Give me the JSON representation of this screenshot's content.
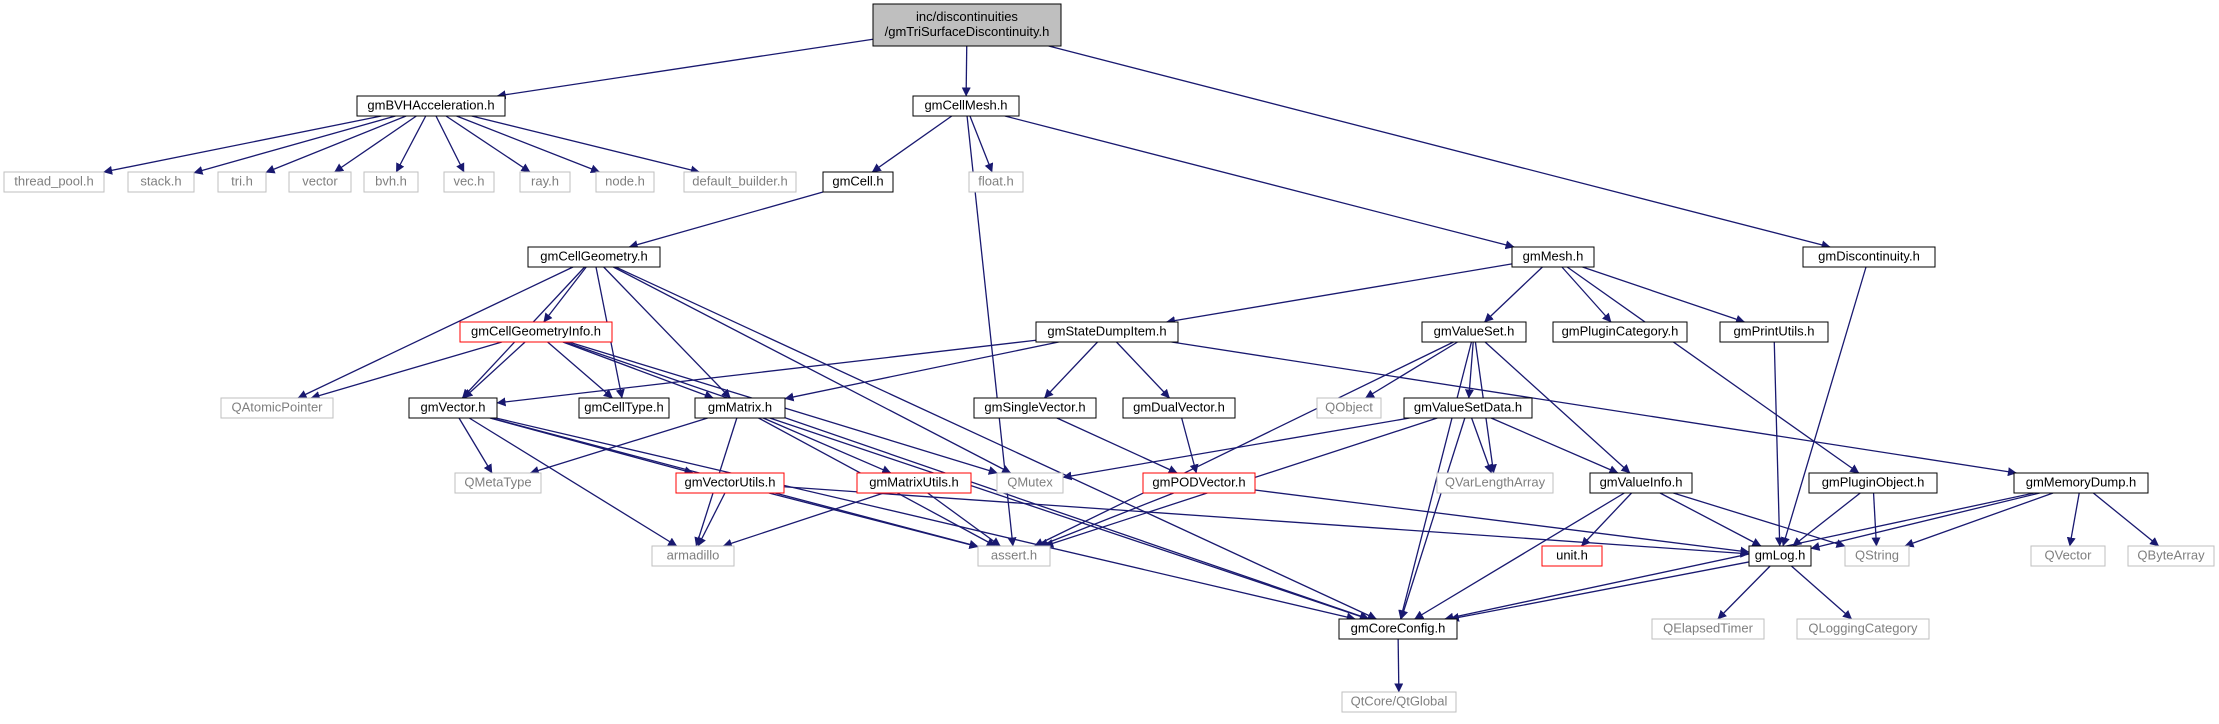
{
  "diagram_title": "",
  "colors": {
    "edge": "#191970",
    "root_fill": "#bfbfbf",
    "node_border": "#000000",
    "external_border": "#bfbfbf",
    "external_text": "#7f7f7f",
    "incomplete_border": "#ff0000"
  },
  "nodes": [
    {
      "id": "root",
      "lines": [
        "inc/discontinuities",
        "/gmTriSurfaceDiscontinuity.h"
      ],
      "kind": "root"
    },
    {
      "id": "gmBVHAcceleration",
      "lines": [
        "gmBVHAcceleration.h"
      ],
      "kind": "internal"
    },
    {
      "id": "gmCellMesh",
      "lines": [
        "gmCellMesh.h"
      ],
      "kind": "internal"
    },
    {
      "id": "thread_pool",
      "lines": [
        "thread_pool.h"
      ],
      "kind": "external"
    },
    {
      "id": "stack",
      "lines": [
        "stack.h"
      ],
      "kind": "external"
    },
    {
      "id": "tri",
      "lines": [
        "tri.h"
      ],
      "kind": "external"
    },
    {
      "id": "vector",
      "lines": [
        "vector"
      ],
      "kind": "external"
    },
    {
      "id": "bvh",
      "lines": [
        "bvh.h"
      ],
      "kind": "external"
    },
    {
      "id": "vec",
      "lines": [
        "vec.h"
      ],
      "kind": "external"
    },
    {
      "id": "ray",
      "lines": [
        "ray.h"
      ],
      "kind": "external"
    },
    {
      "id": "node",
      "lines": [
        "node.h"
      ],
      "kind": "external"
    },
    {
      "id": "default_builder",
      "lines": [
        "default_builder.h"
      ],
      "kind": "external"
    },
    {
      "id": "gmCell",
      "lines": [
        "gmCell.h"
      ],
      "kind": "internal"
    },
    {
      "id": "float",
      "lines": [
        "float.h"
      ],
      "kind": "external"
    },
    {
      "id": "gmCellGeometry",
      "lines": [
        "gmCellGeometry.h"
      ],
      "kind": "internal"
    },
    {
      "id": "gmMesh",
      "lines": [
        "gmMesh.h"
      ],
      "kind": "internal"
    },
    {
      "id": "gmDiscontinuity",
      "lines": [
        "gmDiscontinuity.h"
      ],
      "kind": "internal"
    },
    {
      "id": "gmCellGeometryInfo",
      "lines": [
        "gmCellGeometryInfo.h"
      ],
      "kind": "incomplete"
    },
    {
      "id": "gmStateDumpItem",
      "lines": [
        "gmStateDumpItem.h"
      ],
      "kind": "internal"
    },
    {
      "id": "gmValueSet",
      "lines": [
        "gmValueSet.h"
      ],
      "kind": "internal"
    },
    {
      "id": "gmPluginCategory",
      "lines": [
        "gmPluginCategory.h"
      ],
      "kind": "internal"
    },
    {
      "id": "gmPrintUtils",
      "lines": [
        "gmPrintUtils.h"
      ],
      "kind": "internal"
    },
    {
      "id": "QAtomicPointer",
      "lines": [
        "QAtomicPointer"
      ],
      "kind": "external"
    },
    {
      "id": "gmVector",
      "lines": [
        "gmVector.h"
      ],
      "kind": "internal"
    },
    {
      "id": "gmCellType",
      "lines": [
        "gmCellType.h"
      ],
      "kind": "internal"
    },
    {
      "id": "gmMatrix",
      "lines": [
        "gmMatrix.h"
      ],
      "kind": "internal"
    },
    {
      "id": "gmSingleVector",
      "lines": [
        "gmSingleVector.h"
      ],
      "kind": "internal"
    },
    {
      "id": "gmDualVector",
      "lines": [
        "gmDualVector.h"
      ],
      "kind": "internal"
    },
    {
      "id": "QObject",
      "lines": [
        "QObject"
      ],
      "kind": "external"
    },
    {
      "id": "gmValueSetData",
      "lines": [
        "gmValueSetData.h"
      ],
      "kind": "internal"
    },
    {
      "id": "QMetaType",
      "lines": [
        "QMetaType"
      ],
      "kind": "external"
    },
    {
      "id": "gmVectorUtils",
      "lines": [
        "gmVectorUtils.h"
      ],
      "kind": "incomplete"
    },
    {
      "id": "gmMatrixUtils",
      "lines": [
        "gmMatrixUtils.h"
      ],
      "kind": "incomplete"
    },
    {
      "id": "QMutex",
      "lines": [
        "QMutex"
      ],
      "kind": "external"
    },
    {
      "id": "gmPODVector",
      "lines": [
        "gmPODVector.h"
      ],
      "kind": "incomplete"
    },
    {
      "id": "QVarLengthArray",
      "lines": [
        "QVarLengthArray"
      ],
      "kind": "external"
    },
    {
      "id": "gmValueInfo",
      "lines": [
        "gmValueInfo.h"
      ],
      "kind": "internal"
    },
    {
      "id": "gmPluginObject",
      "lines": [
        "gmPluginObject.h"
      ],
      "kind": "internal"
    },
    {
      "id": "gmMemoryDump",
      "lines": [
        "gmMemoryDump.h"
      ],
      "kind": "internal"
    },
    {
      "id": "armadillo",
      "lines": [
        "armadillo"
      ],
      "kind": "external"
    },
    {
      "id": "assert",
      "lines": [
        "assert.h"
      ],
      "kind": "external"
    },
    {
      "id": "unit",
      "lines": [
        "unit.h"
      ],
      "kind": "incomplete"
    },
    {
      "id": "gmLog",
      "lines": [
        "gmLog.h"
      ],
      "kind": "internal"
    },
    {
      "id": "QString",
      "lines": [
        "QString"
      ],
      "kind": "external"
    },
    {
      "id": "QVector",
      "lines": [
        "QVector"
      ],
      "kind": "external"
    },
    {
      "id": "QByteArray",
      "lines": [
        "QByteArray"
      ],
      "kind": "external"
    },
    {
      "id": "gmCoreConfig",
      "lines": [
        "gmCoreConfig.h"
      ],
      "kind": "internal"
    },
    {
      "id": "QElapsedTimer",
      "lines": [
        "QElapsedTimer"
      ],
      "kind": "external"
    },
    {
      "id": "QLoggingCategory",
      "lines": [
        "QLoggingCategory"
      ],
      "kind": "external"
    },
    {
      "id": "QtGlobal",
      "lines": [
        "QtCore/QtGlobal"
      ],
      "kind": "external"
    }
  ],
  "edges": [
    [
      "root",
      "gmBVHAcceleration"
    ],
    [
      "root",
      "gmCellMesh"
    ],
    [
      "root",
      "gmDiscontinuity"
    ],
    [
      "gmBVHAcceleration",
      "thread_pool"
    ],
    [
      "gmBVHAcceleration",
      "stack"
    ],
    [
      "gmBVHAcceleration",
      "tri"
    ],
    [
      "gmBVHAcceleration",
      "vector"
    ],
    [
      "gmBVHAcceleration",
      "bvh"
    ],
    [
      "gmBVHAcceleration",
      "vec"
    ],
    [
      "gmBVHAcceleration",
      "ray"
    ],
    [
      "gmBVHAcceleration",
      "node"
    ],
    [
      "gmBVHAcceleration",
      "default_builder"
    ],
    [
      "gmCellMesh",
      "gmCell"
    ],
    [
      "gmCellMesh",
      "float"
    ],
    [
      "gmCellMesh",
      "gmMesh"
    ],
    [
      "gmCellMesh",
      "assert"
    ],
    [
      "gmCell",
      "gmCellGeometry"
    ],
    [
      "gmCellGeometry",
      "gmCellGeometryInfo"
    ],
    [
      "gmCellGeometry",
      "QAtomicPointer"
    ],
    [
      "gmCellGeometry",
      "gmVector"
    ],
    [
      "gmCellGeometry",
      "gmCellType"
    ],
    [
      "gmCellGeometry",
      "gmMatrix"
    ],
    [
      "gmCellGeometry",
      "QMutex"
    ],
    [
      "gmCellGeometry",
      "gmCoreConfig"
    ],
    [
      "gmCellGeometryInfo",
      "QAtomicPointer"
    ],
    [
      "gmCellGeometryInfo",
      "gmVector"
    ],
    [
      "gmCellGeometryInfo",
      "gmCellType"
    ],
    [
      "gmCellGeometryInfo",
      "gmMatrix"
    ],
    [
      "gmCellGeometryInfo",
      "QMutex"
    ],
    [
      "gmCellGeometryInfo",
      "gmCoreConfig"
    ],
    [
      "gmMesh",
      "gmStateDumpItem"
    ],
    [
      "gmMesh",
      "gmValueSet"
    ],
    [
      "gmMesh",
      "gmPluginCategory"
    ],
    [
      "gmMesh",
      "gmPrintUtils"
    ],
    [
      "gmMesh",
      "gmPluginObject"
    ],
    [
      "gmDiscontinuity",
      "gmLog"
    ],
    [
      "gmStateDumpItem",
      "gmVector"
    ],
    [
      "gmStateDumpItem",
      "gmMatrix"
    ],
    [
      "gmStateDumpItem",
      "gmSingleVector"
    ],
    [
      "gmStateDumpItem",
      "gmDualVector"
    ],
    [
      "gmStateDumpItem",
      "gmMemoryDump"
    ],
    [
      "gmValueSet",
      "QObject"
    ],
    [
      "gmValueSet",
      "gmValueSetData"
    ],
    [
      "gmValueSet",
      "QVarLengthArray"
    ],
    [
      "gmValueSet",
      "gmValueInfo"
    ],
    [
      "gmValueSet",
      "assert"
    ],
    [
      "gmValueSet",
      "gmCoreConfig"
    ],
    [
      "gmPrintUtils",
      "gmLog"
    ],
    [
      "gmVector",
      "QMetaType"
    ],
    [
      "gmVector",
      "gmVectorUtils"
    ],
    [
      "gmVector",
      "armadillo"
    ],
    [
      "gmVector",
      "assert"
    ],
    [
      "gmVector",
      "gmCoreConfig"
    ],
    [
      "gmMatrix",
      "QMetaType"
    ],
    [
      "gmMatrix",
      "gmMatrixUtils"
    ],
    [
      "gmMatrix",
      "armadillo"
    ],
    [
      "gmMatrix",
      "assert"
    ],
    [
      "gmMatrix",
      "gmCoreConfig"
    ],
    [
      "gmSingleVector",
      "gmPODVector"
    ],
    [
      "gmDualVector",
      "gmPODVector"
    ],
    [
      "gmValueSetData",
      "QMutex"
    ],
    [
      "gmValueSetData",
      "QVarLengthArray"
    ],
    [
      "gmValueSetData",
      "gmValueInfo"
    ],
    [
      "gmValueSetData",
      "assert"
    ],
    [
      "gmValueSetData",
      "gmCoreConfig"
    ],
    [
      "gmVectorUtils",
      "armadillo"
    ],
    [
      "gmVectorUtils",
      "assert"
    ],
    [
      "gmVectorUtils",
      "gmLog"
    ],
    [
      "gmMatrixUtils",
      "armadillo"
    ],
    [
      "gmMatrixUtils",
      "assert"
    ],
    [
      "gmPODVector",
      "assert"
    ],
    [
      "gmPODVector",
      "gmLog"
    ],
    [
      "gmValueInfo",
      "unit"
    ],
    [
      "gmValueInfo",
      "gmLog"
    ],
    [
      "gmValueInfo",
      "QString"
    ],
    [
      "gmValueInfo",
      "gmCoreConfig"
    ],
    [
      "gmPluginObject",
      "gmLog"
    ],
    [
      "gmPluginObject",
      "QString"
    ],
    [
      "gmMemoryDump",
      "gmLog"
    ],
    [
      "gmMemoryDump",
      "QString"
    ],
    [
      "gmMemoryDump",
      "QVector"
    ],
    [
      "gmMemoryDump",
      "QByteArray"
    ],
    [
      "gmMemoryDump",
      "gmCoreConfig"
    ],
    [
      "gmLog",
      "gmCoreConfig"
    ],
    [
      "gmLog",
      "QElapsedTimer"
    ],
    [
      "gmLog",
      "QLoggingCategory"
    ],
    [
      "gmCoreConfig",
      "QtGlobal"
    ]
  ]
}
